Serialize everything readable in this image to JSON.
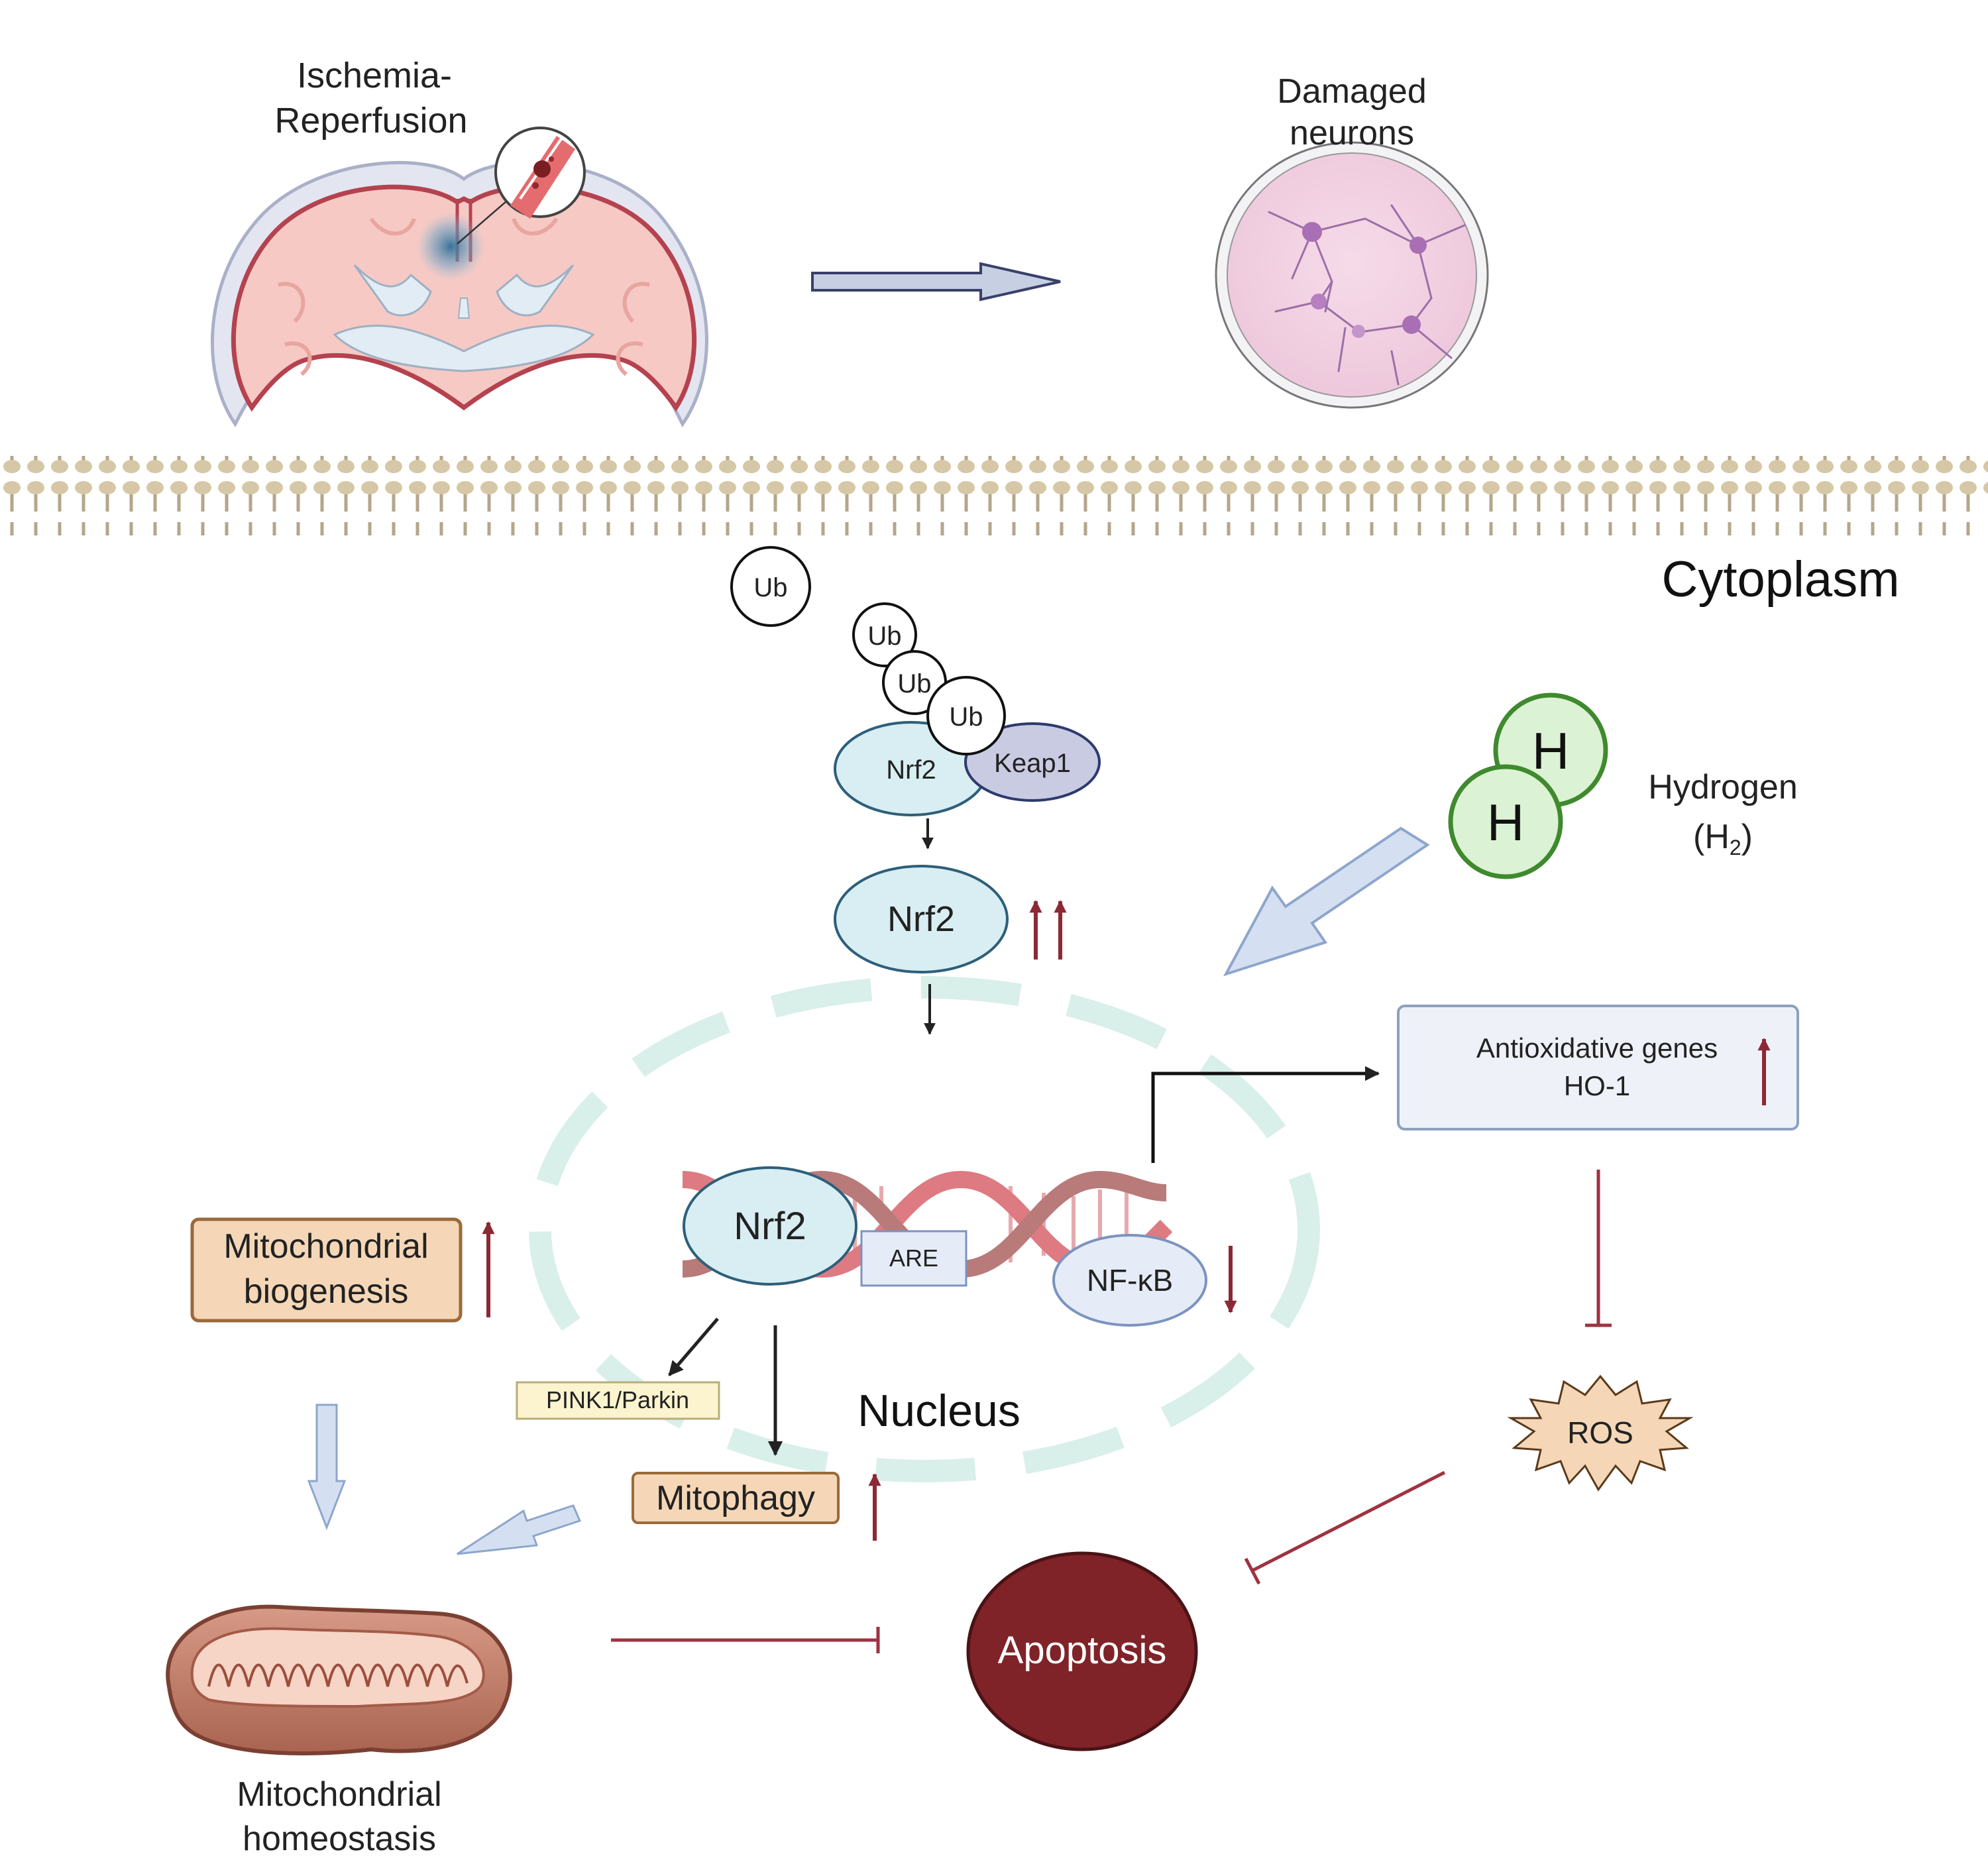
{
  "labels": {
    "ischemia_line1": "Ischemia-",
    "ischemia_line2": "Reperfusion",
    "damaged_line1": "Damaged",
    "damaged_line2": "neurons",
    "cytoplasm": "Cytoplasm",
    "ub_free": "Ub",
    "ub_1": "Ub",
    "ub_2": "Ub",
    "ub_3": "Ub",
    "nrf2_complex": "Nrf2",
    "keap1": "Keap1",
    "nrf2_free": "Nrf2",
    "h_atom_1": "H",
    "h_atom_2": "H",
    "hydrogen_line1": "Hydrogen",
    "hydrogen_line2": "(H",
    "hydrogen_sub": "2",
    "hydrogen_close": ")",
    "antiox_line1": "Antioxidative genes",
    "antiox_line2": "HO-1",
    "mito_bio_line1": "Mitochondrial",
    "mito_bio_line2": "biogenesis",
    "nrf2_dna": "Nrf2",
    "are": "ARE",
    "nfkb": "NF-κB",
    "pink1": "PINK1/Parkin",
    "nucleus": "Nucleus",
    "mitophagy": "Mitophagy",
    "ros": "ROS",
    "apoptosis": "Apoptosis",
    "mito_homeo_line1": "Mitochondrial",
    "mito_homeo_line2": "homeostasis"
  },
  "colors": {
    "up_arrow": "#8b2a35",
    "inhibit": "#9e3340",
    "apoptosis_fill": "#7f2328",
    "nrf2_fill": "#d8eef3",
    "keap1_fill": "#c9cbe3",
    "hydrogen_fill": "#dcf2d4",
    "hydrogen_stroke": "#3f8a2e",
    "pale_arrow": "#d4e0f2",
    "box_orange": "#f5d7b7"
  }
}
